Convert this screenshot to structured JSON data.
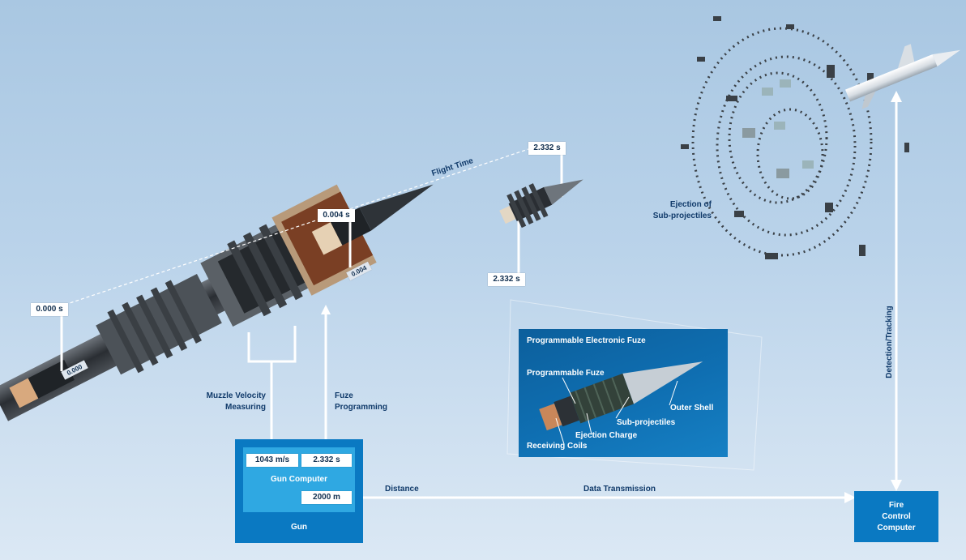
{
  "timestamps": {
    "t_start": "0.000 s",
    "t_muzzle": "0.004 s",
    "t_flight_top": "2.332 s",
    "t_flight_bottom": "2.332 s",
    "shell_stamp_start": "0.000",
    "shell_stamp_muzzle": "0.004"
  },
  "labels": {
    "flight_time": "Flight Time",
    "ejection": [
      "Ejection of",
      "Sub-projectiles"
    ],
    "muzzle_velocity": [
      "Muzzle Velocity",
      "Measuring"
    ],
    "fuze_programming": [
      "Fuze",
      "Programming"
    ],
    "detection_tracking": "Detection/Tracking",
    "distance": "Distance",
    "data_transmission": "Data Transmission"
  },
  "gun_box": {
    "title": "Gun",
    "computer_title": "Gun Computer",
    "velocity_value": "1043 m/s",
    "time_value": "2.332 s",
    "distance_value": "2000 m"
  },
  "fire_control": {
    "line1": "Fire",
    "line2": "Control",
    "line3": "Computer"
  },
  "fuze_panel": {
    "title": "Programmable Electronic Fuze",
    "programmable_fuze": "Programmable Fuze",
    "outer_shell": "Outer Shell",
    "sub_projectiles": "Sub-projectiles",
    "ejection_charge": "Ejection Charge",
    "receiving_coils": "Receiving Coils"
  },
  "colors": {
    "box_blue": "#0a79c2",
    "inner_blue": "#2fa8e2",
    "label_navy": "#103a6a"
  }
}
